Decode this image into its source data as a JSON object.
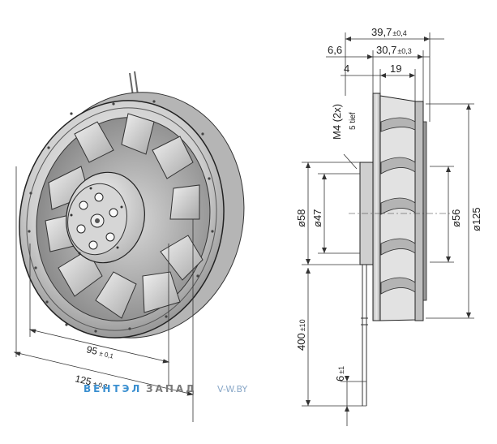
{
  "dimensions": {
    "total_depth": "39,7",
    "total_depth_tol": "±0,4",
    "flange_offset": "6,6",
    "body_depth": "30,7",
    "body_depth_tol": "±0,3",
    "small_offset": "4",
    "hub_depth": "19",
    "thread": "M4 (2x)",
    "thread_depth": "5 tief",
    "bolt_circle": "ø58",
    "hub_dia": "ø47",
    "inlet_dia": "ø56",
    "outer_dia": "ø125",
    "cable_length": "400",
    "cable_length_tol": "±10",
    "strip_length": "6",
    "strip_length_tol": "±1",
    "front_dim_95": "95",
    "front_dim_95_tol": "± 0,1",
    "front_dim_125": "125",
    "front_dim_125_tol": "± 0,2"
  },
  "watermark": {
    "brand_blue": "ВЕНТЭЛ",
    "brand_gray": "ЗАПАД",
    "url": "V-W.BY"
  }
}
